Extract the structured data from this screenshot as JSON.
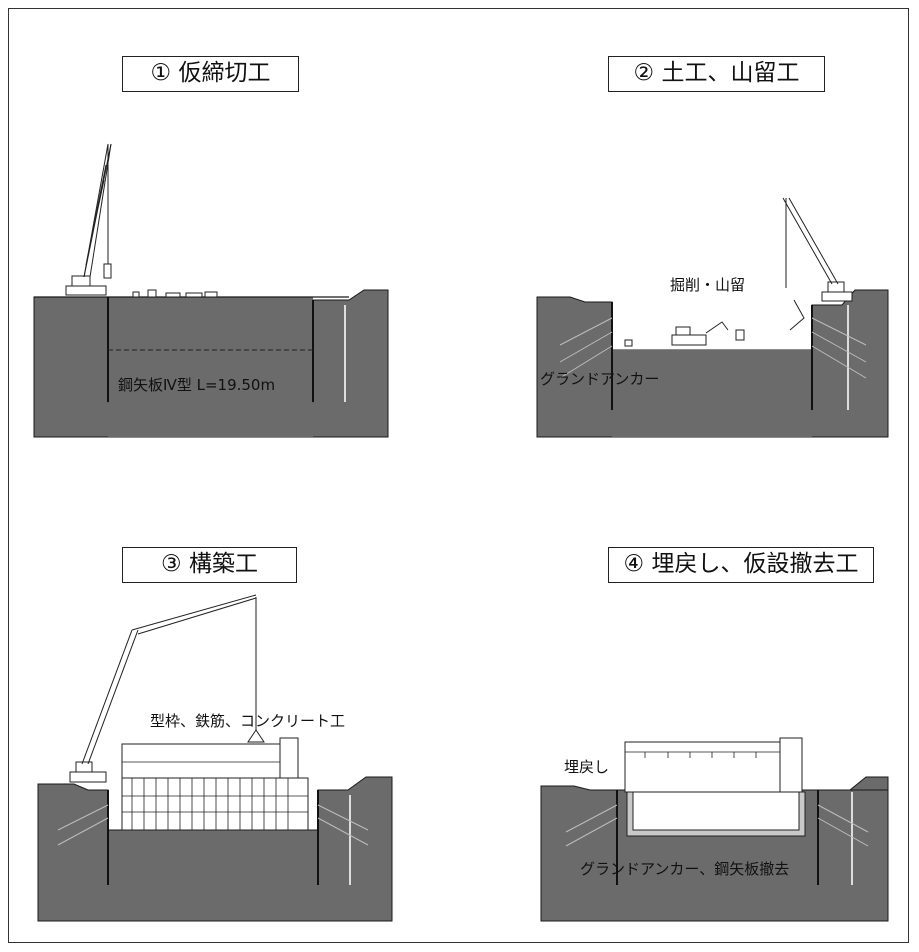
{
  "panels": [
    {
      "title": "① 仮締切工",
      "label": "鋼矢板Ⅳ型 L=19.50m"
    },
    {
      "title": "② 土工、山留工",
      "label_top": "掘削・山留",
      "label_bottom": "グランドアンカー"
    },
    {
      "title": "③ 構築工",
      "label": "型枠、鉄筋、コンクリート工"
    },
    {
      "title": "④ 埋戻し、仮設撤去工",
      "label_left": "埋戻し",
      "label_bottom": "グランドアンカー、鋼矢板撤去"
    }
  ],
  "colors": {
    "ground": "#6b6b6b",
    "line": "#1a1a1a",
    "structure": "#ffffff",
    "accent": "#c9c9c9"
  }
}
